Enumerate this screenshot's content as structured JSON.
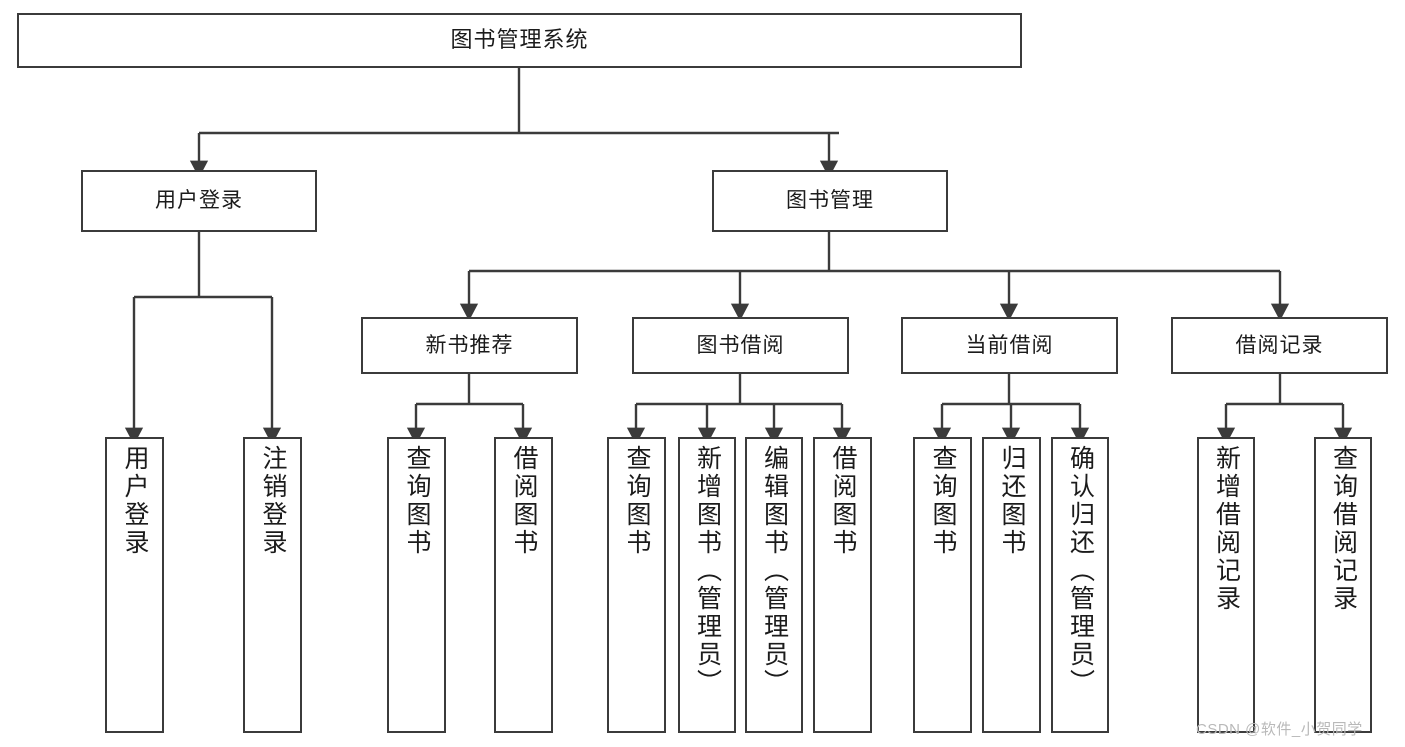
{
  "diagram": {
    "title": "图书管理系统",
    "type": "hierarchy-tree",
    "stroke_color": "#3b3b3b",
    "background_color": "#ffffff",
    "text_color": "#1b1b1b",
    "watermark": "CSDN @软件_小贺同学"
  },
  "nodes": {
    "root": {
      "label": "图书管理系统"
    },
    "level2": [
      {
        "label": "用户登录"
      },
      {
        "label": "图书管理"
      }
    ],
    "level3": [
      {
        "label": "新书推荐"
      },
      {
        "label": "图书借阅"
      },
      {
        "label": "当前借阅"
      },
      {
        "label": "借阅记录"
      }
    ],
    "leaves": {
      "user_login": [
        {
          "label": "用户登录"
        },
        {
          "label": "注销登录"
        }
      ],
      "new_book_recommend": [
        {
          "label": "查询图书"
        },
        {
          "label": "借阅图书"
        }
      ],
      "book_borrow": [
        {
          "label": "查询图书"
        },
        {
          "label": "新增图书（管理员）"
        },
        {
          "label": "编辑图书（管理员）"
        },
        {
          "label": "借阅图书"
        }
      ],
      "current_borrow": [
        {
          "label": "查询图书"
        },
        {
          "label": "归还图书"
        },
        {
          "label": "确认归还（管理员）"
        }
      ],
      "borrow_record": [
        {
          "label": "新增借阅记录"
        },
        {
          "label": "查询借阅记录"
        }
      ]
    }
  }
}
